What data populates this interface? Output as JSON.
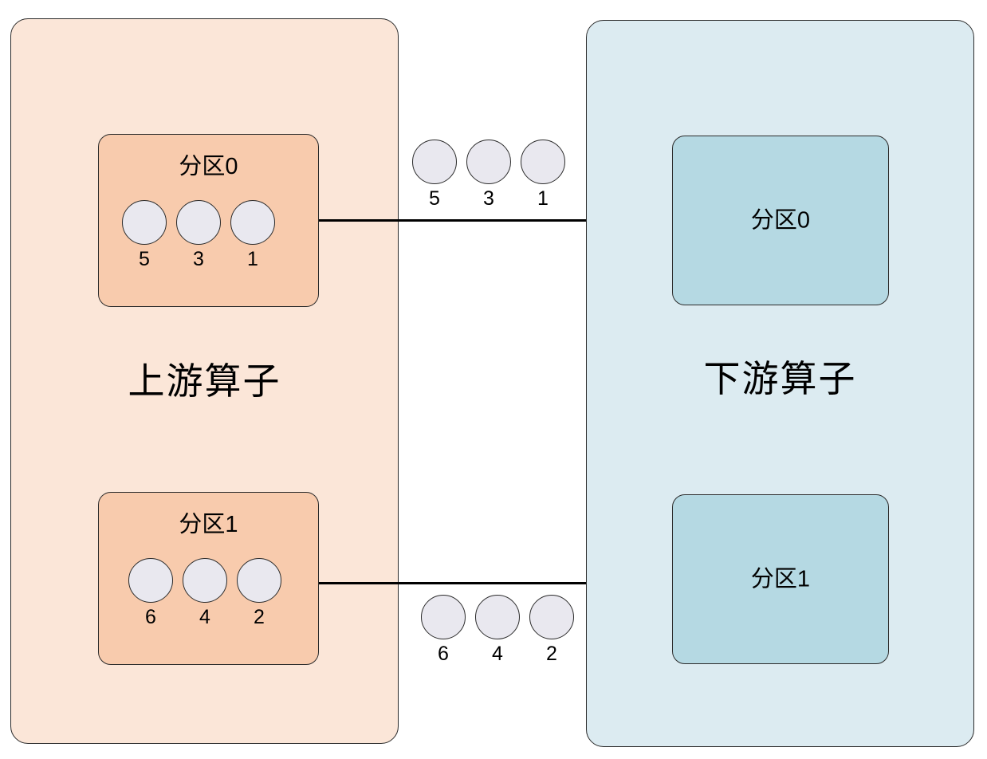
{
  "diagram": {
    "title": "",
    "colors": {
      "upstream_panel": "#fbe6d8",
      "downstream_panel": "#dcebf1",
      "upstream_partition": "#f8cbad",
      "downstream_partition": "#b5d9e3",
      "record_circle": "#e9e8ef",
      "stroke": "#2b2b2b",
      "arrow": "#000000"
    }
  },
  "upstream": {
    "label": "上游算子",
    "partitions": [
      {
        "title": "分区0",
        "records": [
          "5",
          "3",
          "1"
        ]
      },
      {
        "title": "分区1",
        "records": [
          "6",
          "4",
          "2"
        ]
      }
    ]
  },
  "downstream": {
    "label": "下游算子",
    "partitions": [
      {
        "title": "分区0",
        "records": []
      },
      {
        "title": "分区1",
        "records": []
      }
    ]
  },
  "in_flight": [
    {
      "records": [
        "5",
        "3",
        "1"
      ],
      "caption_position": "below"
    },
    {
      "records": [
        "6",
        "4",
        "2"
      ],
      "caption_position": "below"
    }
  ],
  "arrows": [
    {
      "from": "上游算子 分区0",
      "to": "下游算子 分区0"
    },
    {
      "from": "上游算子 分区1",
      "to": "下游算子 分区1"
    }
  ]
}
